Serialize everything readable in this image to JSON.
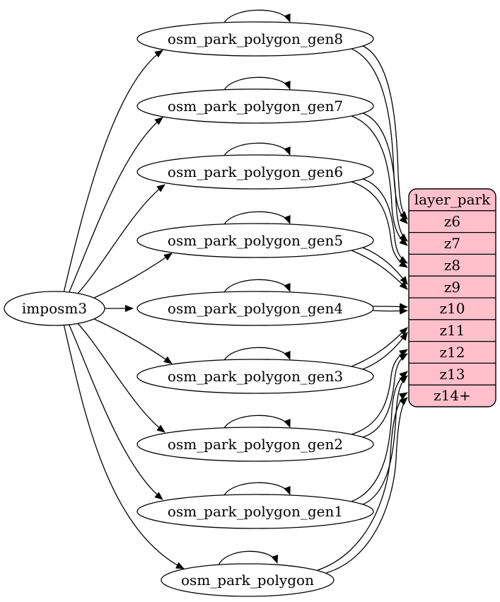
{
  "source_node": {
    "label": "imposm3"
  },
  "tables": [
    {
      "label": "osm_park_polygon_gen8",
      "serves_zoom": "z6"
    },
    {
      "label": "osm_park_polygon_gen7",
      "serves_zoom": "z7"
    },
    {
      "label": "osm_park_polygon_gen6",
      "serves_zoom": "z8"
    },
    {
      "label": "osm_park_polygon_gen5",
      "serves_zoom": "z9"
    },
    {
      "label": "osm_park_polygon_gen4",
      "serves_zoom": "z10"
    },
    {
      "label": "osm_park_polygon_gen3",
      "serves_zoom": "z11"
    },
    {
      "label": "osm_park_polygon_gen2",
      "serves_zoom": "z12"
    },
    {
      "label": "osm_park_polygon_gen1",
      "serves_zoom": "z13"
    },
    {
      "label": "osm_park_polygon",
      "serves_zoom": "z14+"
    }
  ],
  "layer": {
    "title": "layer_park",
    "rows": [
      "z6",
      "z7",
      "z8",
      "z9",
      "z10",
      "z11",
      "z12",
      "z13",
      "z14+"
    ]
  },
  "edges": {
    "from_source": [
      "osm_park_polygon_gen8",
      "osm_park_polygon_gen7",
      "osm_park_polygon_gen6",
      "osm_park_polygon_gen5",
      "osm_park_polygon_gen4",
      "osm_park_polygon_gen3",
      "osm_park_polygon_gen2",
      "osm_park_polygon_gen1",
      "osm_park_polygon"
    ],
    "self_loops": [
      "osm_park_polygon_gen8",
      "osm_park_polygon_gen7",
      "osm_park_polygon_gen6",
      "osm_park_polygon_gen5",
      "osm_park_polygon_gen4",
      "osm_park_polygon_gen3",
      "osm_park_polygon_gen2",
      "osm_park_polygon_gen1",
      "osm_park_polygon"
    ],
    "to_layer": [
      {
        "from": "osm_park_polygon_gen8",
        "to": "z6",
        "arrow_count": 2
      },
      {
        "from": "osm_park_polygon_gen7",
        "to": "z7",
        "arrow_count": 2
      },
      {
        "from": "osm_park_polygon_gen6",
        "to": "z8",
        "arrow_count": 2
      },
      {
        "from": "osm_park_polygon_gen5",
        "to": "z9",
        "arrow_count": 2
      },
      {
        "from": "osm_park_polygon_gen4",
        "to": "z10",
        "arrow_count": 2
      },
      {
        "from": "osm_park_polygon_gen3",
        "to": "z11",
        "arrow_count": 2
      },
      {
        "from": "osm_park_polygon_gen2",
        "to": "z12",
        "arrow_count": 2
      },
      {
        "from": "osm_park_polygon_gen1",
        "to": "z13",
        "arrow_count": 2
      },
      {
        "from": "osm_park_polygon",
        "to": "z14+",
        "arrow_count": 2
      }
    ]
  },
  "colors": {
    "layer_fill": "#ffc0cb",
    "node_fill": "#ffffff",
    "stroke": "#000000",
    "background": "#ffffff"
  }
}
